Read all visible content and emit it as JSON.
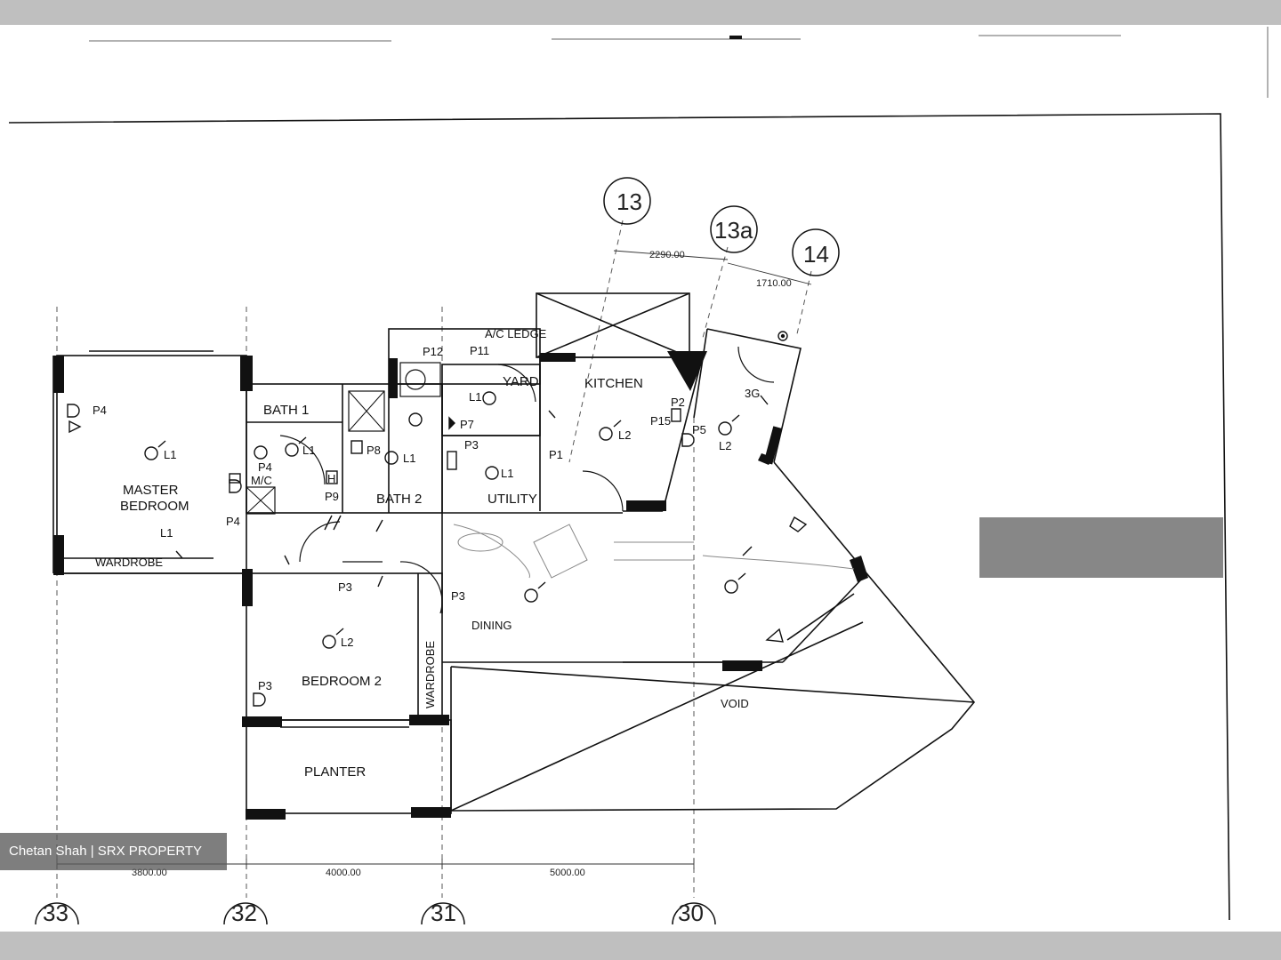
{
  "rooms": {
    "master_bedroom_line1": "MASTER",
    "master_bedroom_line2": "BEDROOM",
    "bath1": "BATH 1",
    "bath2": "BATH 2",
    "yard": "YARD",
    "kitchen": "KITCHEN",
    "utility": "UTILITY",
    "bedroom2": "BEDROOM 2",
    "wardrobe_master": "WARDROBE",
    "wardrobe_bed2": "WARDROBE",
    "planter": "PLANTER",
    "dining": "DINING",
    "void": "VOID",
    "ac_ledge": "A/C LEDGE"
  },
  "grid_labels": {
    "g13": "13",
    "g13a": "13a",
    "g14": "14",
    "g33": "33",
    "g32": "32",
    "g31": "31",
    "g30": "30"
  },
  "dimensions": {
    "d2290": "2290.00",
    "d1710": "1710.00",
    "d3800": "3800.00",
    "d4000": "4000.00",
    "d5000": "5000.00"
  },
  "points": {
    "p4_master": "P4",
    "p4_bath": "P4",
    "p4_lower": "P4",
    "p12": "P12",
    "p11": "P11",
    "p8": "P8",
    "p9": "P9",
    "p7": "P7",
    "p3_utility": "P3",
    "p3_corr": "P3",
    "p3_bed2": "P3",
    "p3_dining": "P3",
    "p2": "P2",
    "p15": "P15",
    "p5": "P5",
    "p1": "P1",
    "l1_master": "L1",
    "l1_wardrobe": "L1",
    "l1_bath1": "L1",
    "l1_bath2": "L1",
    "l1_yard": "L1",
    "l1_utility": "L1",
    "l2_kitchen": "L2",
    "l2_right": "L2",
    "l2_bed2": "L2",
    "g3": "3G",
    "h": "H",
    "mc": "M/C"
  },
  "watermark": "Chetan Shah | SRX PROPERTY"
}
